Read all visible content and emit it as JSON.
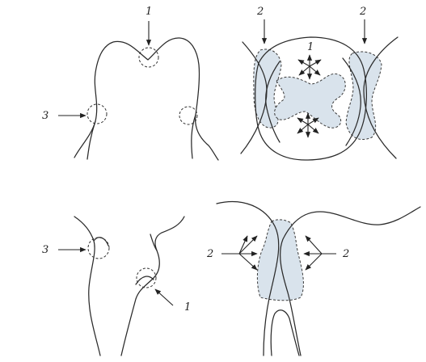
{
  "labels": {
    "p1_top": "1",
    "p1_side": "3",
    "p2_left": "2",
    "p2_right": "2",
    "p2_center": "1",
    "p3_side": "3",
    "p3_low": "1",
    "p4_left": "2",
    "p4_right": "2"
  },
  "colors": {
    "line": "#2a2a2a",
    "contact_area_fill": "#d9e3ec"
  }
}
